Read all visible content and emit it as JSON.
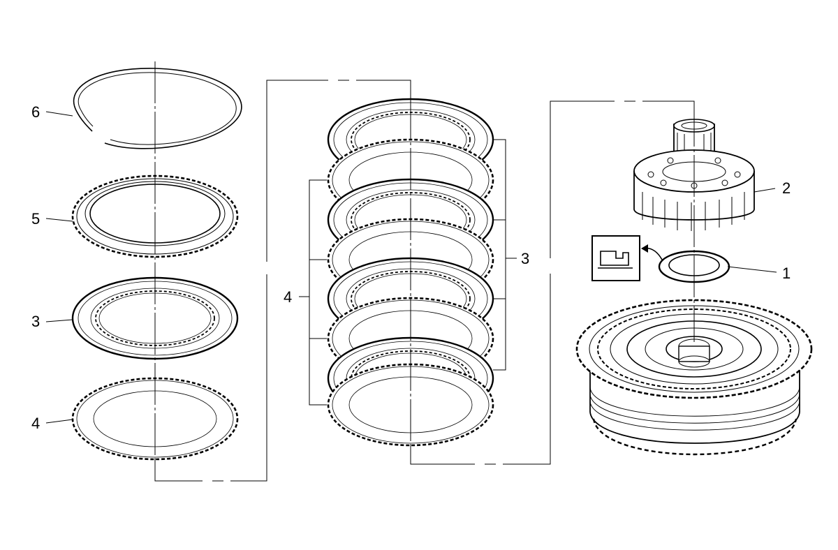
{
  "callouts": {
    "left_6": "6",
    "left_5": "5",
    "left_3": "3",
    "left_4": "4",
    "mid_4": "4",
    "mid_3": "3",
    "right_2": "2",
    "right_1": "1"
  },
  "icons": {
    "lube": "lubricate-symbol-icon"
  }
}
